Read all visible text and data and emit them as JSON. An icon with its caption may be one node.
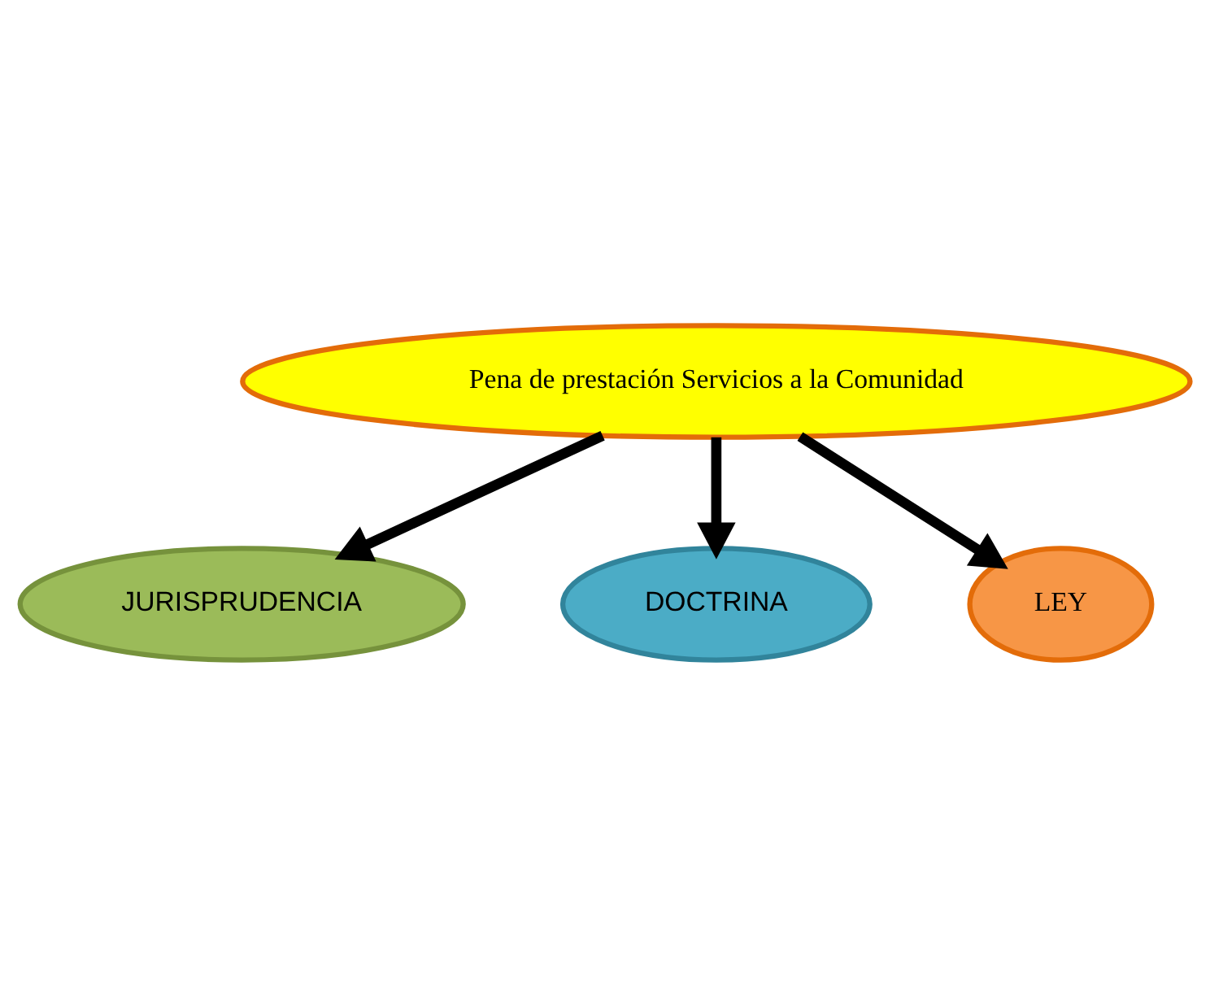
{
  "diagram": {
    "nodes": [
      {
        "text": [
          "Pena de prestación Servicios a la Comunidad"
        ]
      },
      {
        "text": [
          "JURISPRUDENCIA"
        ]
      },
      {
        "text": [
          "DOCTRINA"
        ]
      },
      {
        "text": [
          "LEY"
        ]
      }
    ],
    "edges": [
      {
        "from": 0,
        "to": 1,
        "arrow": "to"
      },
      {
        "from": 0,
        "to": 2,
        "arrow": "to"
      },
      {
        "from": 0,
        "to": 3,
        "arrow": "to"
      }
    ]
  }
}
